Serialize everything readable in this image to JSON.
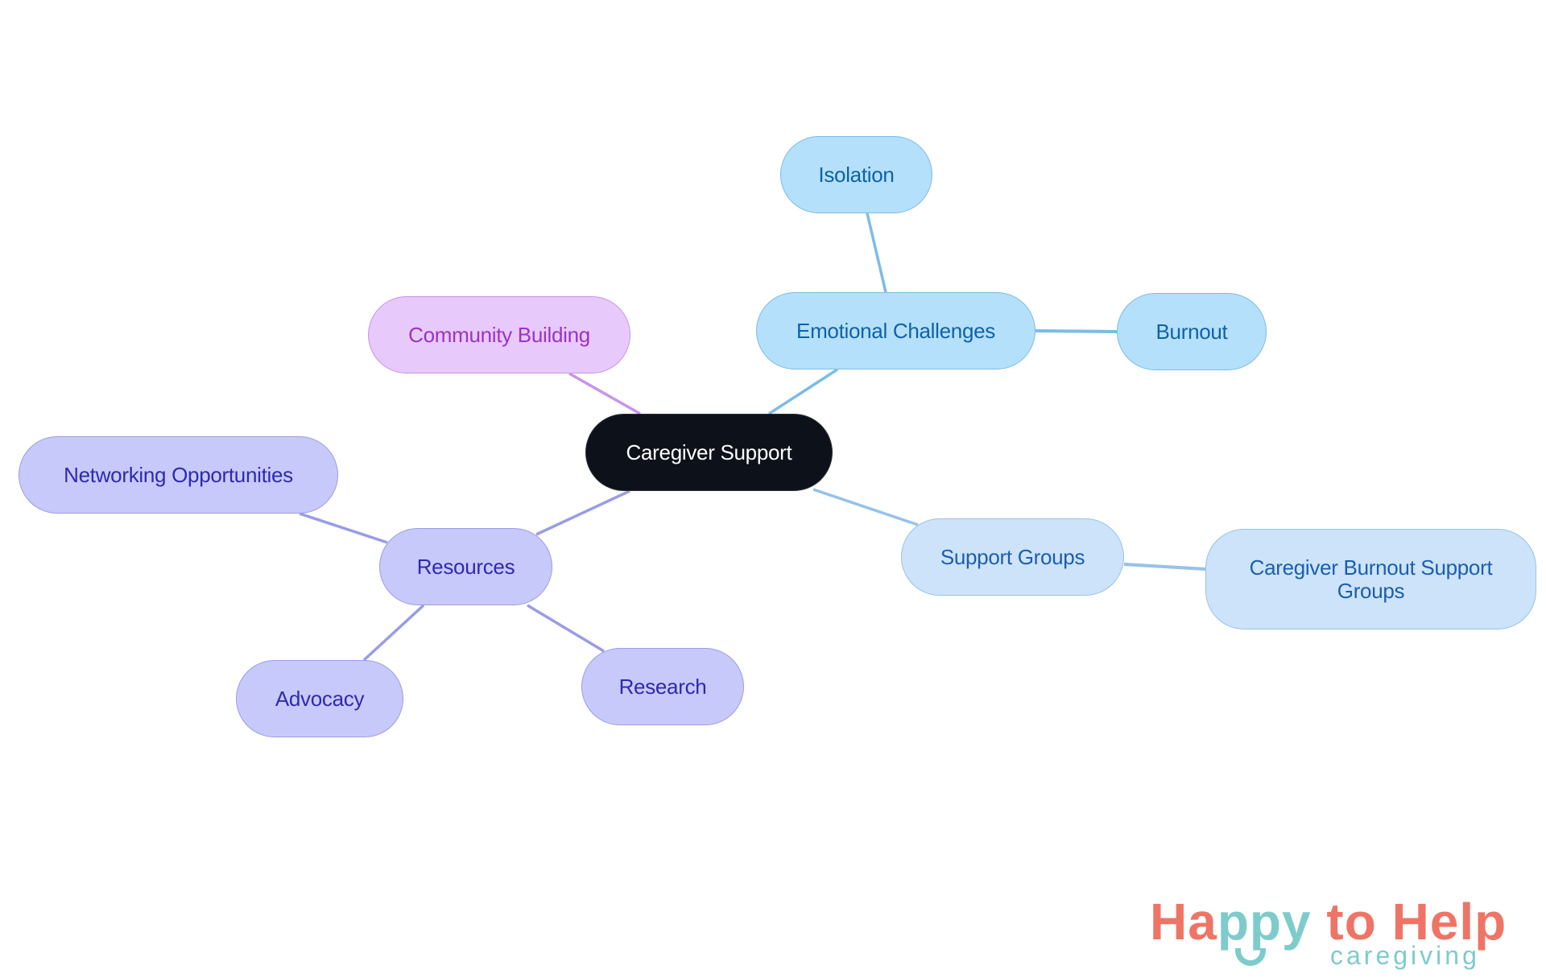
{
  "diagram": {
    "type": "mindmap",
    "root": {
      "id": "caregiver-support",
      "label": "Caregiver Support"
    },
    "nodes": [
      {
        "id": "emotional-challenges",
        "label": "Emotional Challenges",
        "parent": "caregiver-support"
      },
      {
        "id": "isolation",
        "label": "Isolation",
        "parent": "emotional-challenges"
      },
      {
        "id": "burnout",
        "label": "Burnout",
        "parent": "emotional-challenges"
      },
      {
        "id": "community-building",
        "label": "Community Building",
        "parent": "caregiver-support"
      },
      {
        "id": "resources",
        "label": "Resources",
        "parent": "caregiver-support"
      },
      {
        "id": "networking-opportunities",
        "label": "Networking Opportunities",
        "parent": "resources"
      },
      {
        "id": "advocacy",
        "label": "Advocacy",
        "parent": "resources"
      },
      {
        "id": "research",
        "label": "Research",
        "parent": "resources"
      },
      {
        "id": "support-groups",
        "label": "Support Groups",
        "parent": "caregiver-support"
      },
      {
        "id": "caregiver-burnout-support-groups",
        "label": "Caregiver Burnout Support Groups",
        "parent": "support-groups"
      }
    ]
  },
  "colors": {
    "root_fill": "#0d121a",
    "emotional_fill": "#b5e0fb",
    "emotional_edge": "#7bbce6",
    "support_fill": "#cde3fa",
    "support_edge": "#96c2ea",
    "resources_fill": "#c8c9fb",
    "resources_edge": "#9a9ce6",
    "community_fill": "#e8c9fb",
    "community_edge": "#c794ea",
    "logo_coral": "#ee7566",
    "logo_teal": "#7ecbcb"
  },
  "logo": {
    "part1": "Ha",
    "part2": "ppy",
    "part3": " to Help",
    "sub": "caregiving"
  }
}
